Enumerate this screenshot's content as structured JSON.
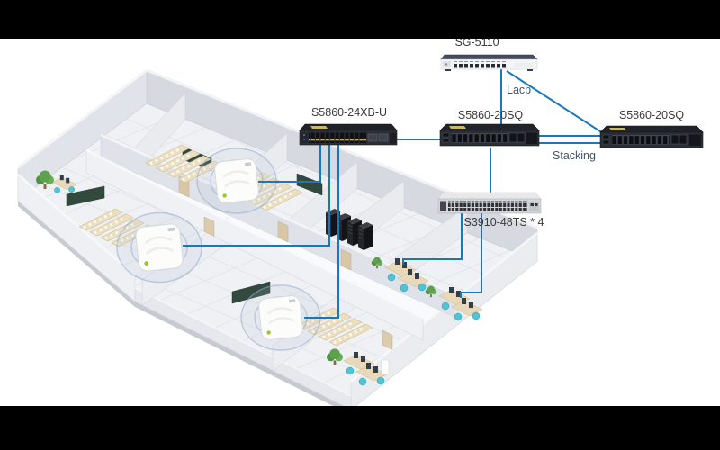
{
  "diagram": {
    "devices": {
      "router": {
        "label": "SG-5110"
      },
      "core_switch": {
        "label": "S5860-24XB-U"
      },
      "agg_switch_left": {
        "label": "S5860-20SQ"
      },
      "agg_switch_right": {
        "label": "S5860-20SQ"
      },
      "access_switch": {
        "label": "S3910-48TS * 4"
      }
    },
    "link_labels": {
      "lacp": "Lacp",
      "stacking": "Stacking"
    },
    "building": {
      "access_point_count": 3,
      "wired_pc_drop_count": 2,
      "server_rack_units": 4
    },
    "colors": {
      "link_blue": "#1878be",
      "device_label_text": "#3b3b3b",
      "link_label_text": "#44546b",
      "switch_body_dark": "#2b2e36",
      "switch_body_light": "#d2d4d8"
    }
  }
}
